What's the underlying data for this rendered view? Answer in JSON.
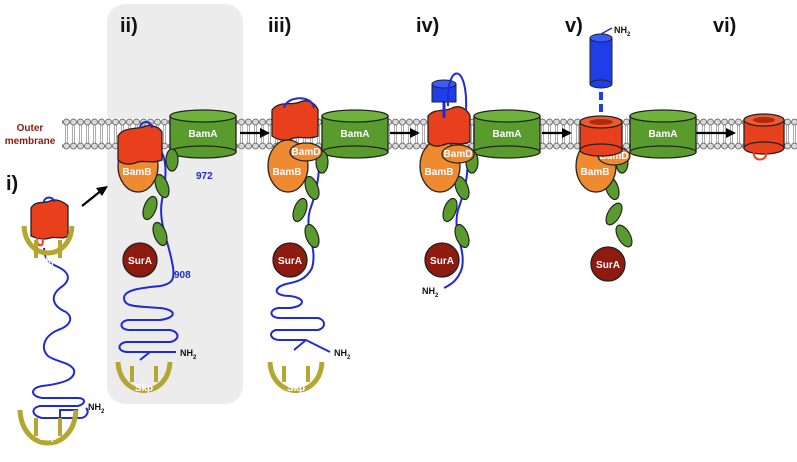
{
  "membrane_label_line1": "Outer",
  "membrane_label_line2": "membrane",
  "steps": [
    "i)",
    "ii)",
    "iii)",
    "iv)",
    "v)",
    "vi)"
  ],
  "proteins": {
    "bama": "BamA",
    "bamb": "BamB",
    "bamd": "BamD",
    "sura": "SurA",
    "skp": "Skp"
  },
  "terminus": "NH",
  "terminus_sub": "2",
  "residues": {
    "r972": "972",
    "r908": "908"
  },
  "colors": {
    "omp_red": "#e8401c",
    "bama_green": "#5a9b2e",
    "bamb_orange": "#f08a30",
    "sura_maroon": "#8e1a10",
    "skp_olive": "#b5a632",
    "chain_blue": "#1f2bd6",
    "highlight_panel": "#ececec"
  }
}
